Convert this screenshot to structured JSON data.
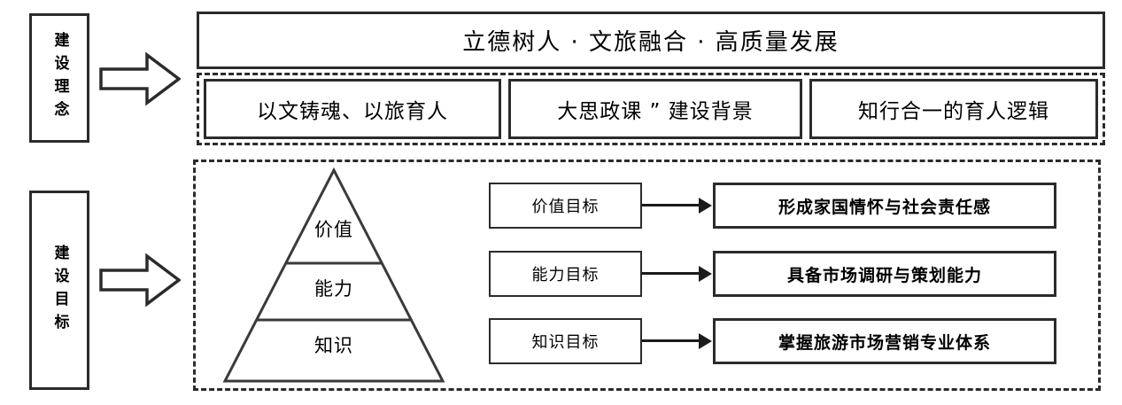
{
  "diagram": {
    "sections": [
      {
        "side_label": "建设理念",
        "banner": "立德树人 ·  文旅融合 ·  高质量发展",
        "concepts": [
          "以文铸魂、以旅育人",
          "大思政课 ” 建设背景",
          "知行合一的育人逻辑"
        ],
        "arrow_icon": "block-arrow-right-icon"
      },
      {
        "side_label": "建设目标",
        "arrow_icon": "block-arrow-right-icon",
        "pyramid": {
          "layers": [
            {
              "label": "价值"
            },
            {
              "label": "能力"
            },
            {
              "label": "知识"
            }
          ]
        },
        "goal_rows": [
          {
            "label": "价值目标",
            "result": "形成家国情怀与社会责任感"
          },
          {
            "label": "能力目标",
            "result": "具备市场调研与策划能力"
          },
          {
            "label": "知识目标",
            "result": "掌握旅游市场营销专业体系"
          }
        ]
      }
    ],
    "colors": {
      "stroke": "#2b2b2b",
      "arrow": "#1b1b1b",
      "background": "#ffffff"
    }
  }
}
